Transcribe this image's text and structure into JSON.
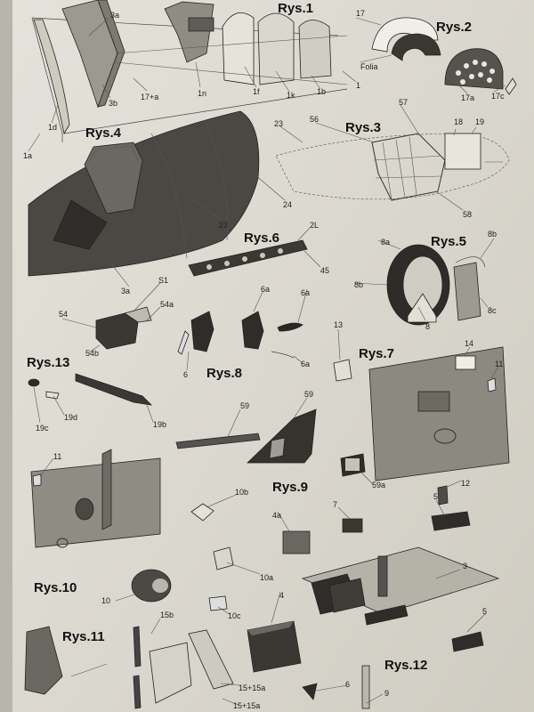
{
  "figures": {
    "rys1": "Rys.1",
    "rys2": "Rys.2",
    "rys3": "Rys.3",
    "rys4": "Rys.4",
    "rys5": "Rys.5",
    "rys6": "Rys.6",
    "rys7": "Rys.7",
    "rys8": "Rys.8",
    "rys9": "Rys.9",
    "rys10": "Rys.10",
    "rys11": "Rys.11",
    "rys12": "Rys.12",
    "rys13": "Rys.13"
  },
  "labels": {
    "l3a_top": "3a",
    "l1a": "1a",
    "l1d": "1d",
    "l3b": "3b",
    "l17a_plus": "17+a",
    "l1n": "1n",
    "l1f": "1f",
    "l1k": "1k",
    "l1b": "1b",
    "l1": "1",
    "l17": "17",
    "folia": "Folia",
    "l17a": "17a",
    "l17c": "17c",
    "l23_r3": "23",
    "l56": "56",
    "l57": "57",
    "l18": "18",
    "l19": "19",
    "l58": "58",
    "l24": "24",
    "l23_r4": "23",
    "l3a_r4": "3a",
    "l2L": "2L",
    "l45": "45",
    "l8a": "8a",
    "l8b_top": "8b",
    "l8b_left": "8b",
    "l8": "8",
    "l8c": "8c",
    "lS1": "S1",
    "l54": "54",
    "l54a": "54a",
    "l54b": "54b",
    "l6a_1": "6a",
    "l6a_2": "6a",
    "l6a_3": "6a",
    "l6": "6",
    "l13": "13",
    "l14": "14",
    "l11_r7": "11",
    "l12": "12",
    "l19c": "19c",
    "l19d": "19d",
    "l19b": "19b",
    "l59_bar": "59",
    "l59": "59",
    "l59a": "59a",
    "l11_r10": "11",
    "l10b": "10b",
    "l10a": "10a",
    "l10": "10",
    "l10c": "10c",
    "l4a": "4a",
    "l7": "7",
    "l5_top": "5",
    "l3": "3",
    "l4": "4",
    "l5_bot": "5",
    "l6_r12": "6",
    "l9": "9",
    "l15b": "15b",
    "l15_15a_1": "15+15a",
    "l15_15a_2": "15+15a"
  }
}
